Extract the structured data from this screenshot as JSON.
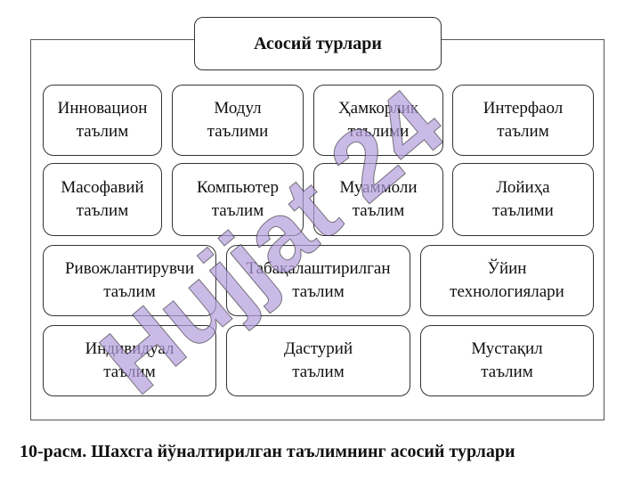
{
  "title": "Асосий турлари",
  "boxes": [
    {
      "line1": "Инновацион",
      "line2": "таълим"
    },
    {
      "line1": "Модул",
      "line2": "таълими"
    },
    {
      "line1": "Ҳамкорлик",
      "line2": "таълими"
    },
    {
      "line1": "Интерфаол",
      "line2": "таълим"
    },
    {
      "line1": "Масофавий",
      "line2": "таълим"
    },
    {
      "line1": "Компьютер",
      "line2": "таълим"
    },
    {
      "line1": "Муаммоли",
      "line2": "таълим"
    },
    {
      "line1": "Лойиҳа",
      "line2": "таълими"
    },
    {
      "line1": "Ривожлантирувчи",
      "line2": "таълим"
    },
    {
      "line1": "Табақалаштирилган",
      "line2": "таълим"
    },
    {
      "line1": "Ўйин",
      "line2": "технологиялари"
    },
    {
      "line1": "Индивидуал",
      "line2": "таълим"
    },
    {
      "line1": "Дастурий",
      "line2": "таълим"
    },
    {
      "line1": "Мустақил",
      "line2": "таълим"
    }
  ],
  "caption": "10-расм. Шахсга йўналтирилган таълимнинг асосий турлари",
  "watermark": {
    "text": "Hujjat 24",
    "color": "#b39ddb"
  }
}
